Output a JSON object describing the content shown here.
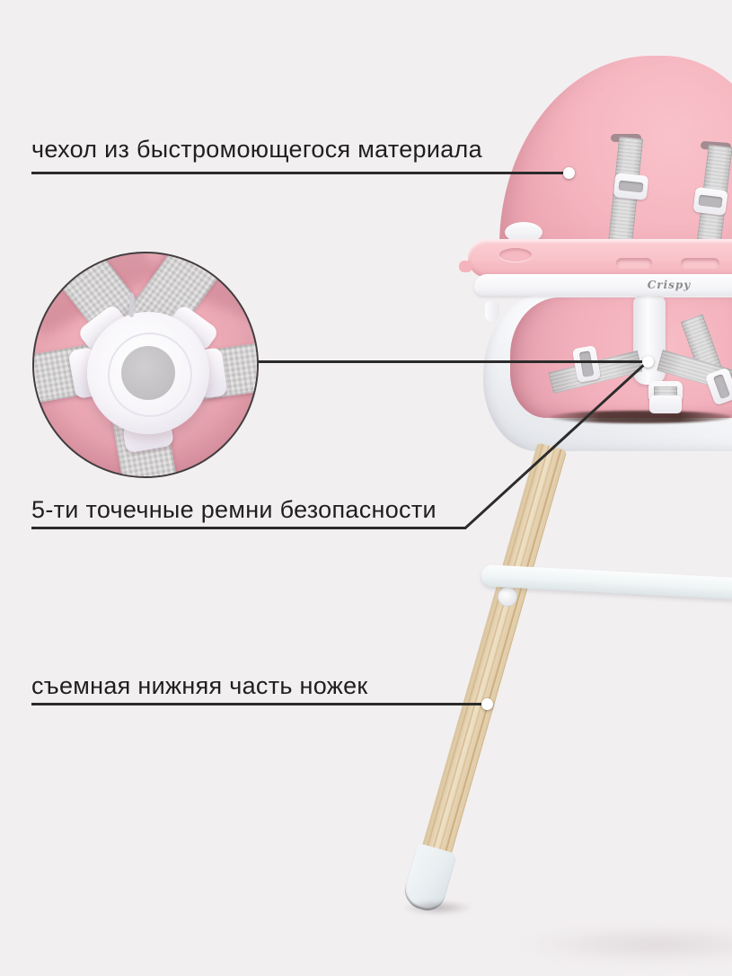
{
  "annotations": [
    {
      "id": "cover",
      "text": "чехол из быстромоющегося материала"
    },
    {
      "id": "harness",
      "text": "5-ти точечные ремни безопасности"
    },
    {
      "id": "legs",
      "text": "съемная нижняя часть ножек"
    }
  ],
  "brand": {
    "logo_text": "Crispy"
  },
  "colors": {
    "bg": "#f2eff1",
    "line": "#2b2b2b",
    "text": "#1f1f1f",
    "pink_seat": "#f5b6c0",
    "pink_tray": "#f8c3c9",
    "pink_cushion": "#f1afbb",
    "gray_strap": "#d0cecf",
    "wood": "#e6d2ac",
    "shell_white": "#f7f8fa",
    "foot_cap": "#e9eef1",
    "logo": "#8b8b8e"
  }
}
